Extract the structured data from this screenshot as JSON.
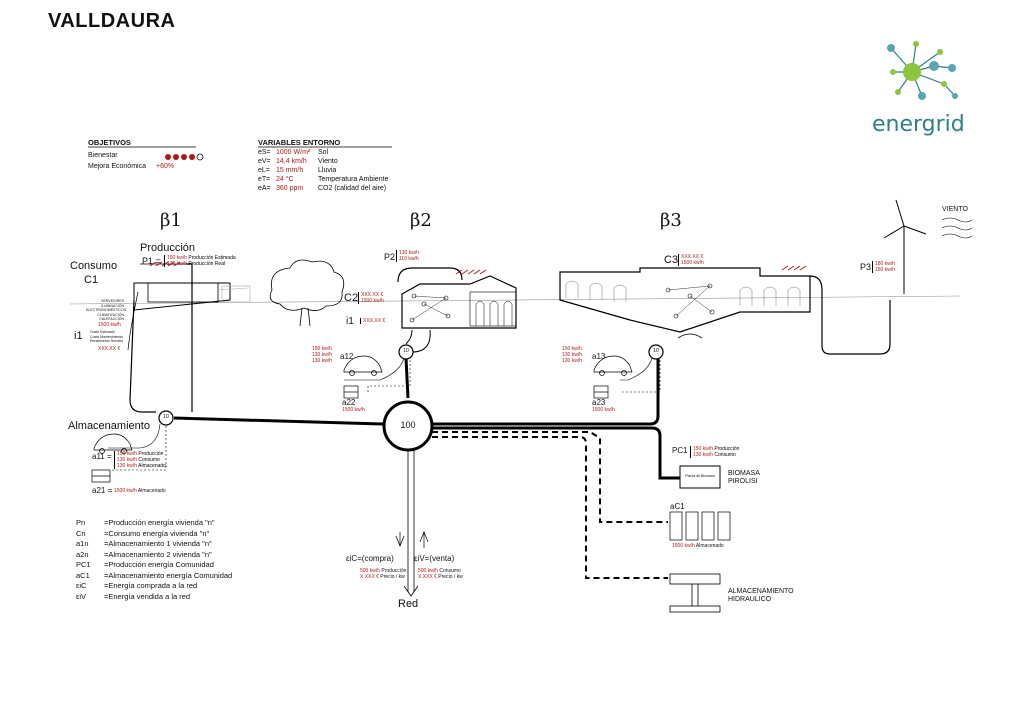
{
  "title": "VALLDAURA",
  "brand": {
    "name": "energrid"
  },
  "objetivos": {
    "heading": "OBJETIVOS",
    "bienestar_label": "Bienestar",
    "bienestar_rating": 4,
    "bienestar_max": 5,
    "mejora_label": "Mejora Económica",
    "mejora_value": "+60%"
  },
  "variables": {
    "heading": "VARIABLES ENTORNO",
    "rows": [
      {
        "key": "eS=",
        "value": "1000 W/m²",
        "desc": "Sol"
      },
      {
        "key": "eV=",
        "value": "14,4 km/h",
        "desc": "Viento"
      },
      {
        "key": "eL=",
        "value": "15 mm/h",
        "desc": "Lluvia"
      },
      {
        "key": "eT=",
        "value": "24 °C",
        "desc": "Temperatura Ambiente"
      },
      {
        "key": "eA=",
        "value": "360 ppm",
        "desc": "CO2 (calidad del aire)"
      }
    ]
  },
  "betas": [
    "β1",
    "β2",
    "β3"
  ],
  "house1": {
    "produccion_label": "Producción",
    "p_symbol": "P1 =",
    "p_values": [
      "150 kw/h",
      "130 kw/h"
    ],
    "p_notes": [
      "Producción Estimada",
      "Producción Real"
    ],
    "consumo_label": "Consumo",
    "c_symbol": "C1",
    "consumo_items": [
      "SERVIDORES",
      "ILUMINACIÓN",
      "ELECTRODOMÉSTICOS",
      "CLIMATIZACIÓN",
      "CALEFACCIÓN"
    ],
    "consumo_total": "1500 kw/h",
    "i_symbol": "i1",
    "i_notes": [
      "Coste Estimado",
      "Coste Mantenimiento",
      "Rendimiento Servicio"
    ],
    "i_value": "XXX.XX €",
    "hub_value": "10"
  },
  "house2": {
    "p_symbol": "P2",
    "p_values": [
      "130 kw/h",
      "110 kw/h"
    ],
    "c_symbol": "C2",
    "c_values": [
      "XXX.XX €",
      "1500 kw/h"
    ],
    "i_symbol": "i1",
    "i_value": "XXX.XX €",
    "car_values": [
      "150 kw/h",
      "130 kw/h",
      "130 kw/h"
    ],
    "a1_symbol": "a12",
    "a2_symbol": "a22",
    "a2_value": "1500 kw/h",
    "hub_value": "10"
  },
  "house3": {
    "c_symbol": "C3",
    "c_values": [
      "XXX.XX €",
      "1500 kw/h"
    ],
    "car_values": [
      "150 kw/h",
      "130 kw/h",
      "130 kw/h"
    ],
    "a1_symbol": "a13",
    "a2_symbol": "a23",
    "a2_value": "1500 kw/h",
    "hub_value": "10"
  },
  "wind": {
    "label": "VIENTO",
    "p_symbol": "P3",
    "p_values": [
      "180 kw/h",
      "150 kw/h"
    ]
  },
  "almacenamiento": {
    "label": "Almacenamiento",
    "a1_symbol": "a11 =",
    "a1_values": [
      "150 kw/h",
      "130 kw/h",
      "130 kw/h"
    ],
    "a1_notes": [
      "Producción",
      "Consumo",
      "Almacenado"
    ],
    "a2_symbol": "a21 =",
    "a2_value": "1500 kw/h",
    "a2_note": "Almacenado",
    "hub_value": "10"
  },
  "central_hub": {
    "value": "100"
  },
  "biomasa": {
    "p_symbol": "PC1",
    "p_values": [
      "150 kw/h",
      "130 kw/h"
    ],
    "p_notes": [
      "Producción",
      "Consumo"
    ],
    "box_text": "Planta de Biomasa",
    "label_lines": [
      "BIOMASA",
      "PIROLISI"
    ]
  },
  "comunidad": {
    "a_symbol": "aC1",
    "value": "1500 kw/h",
    "note": "Almacenado"
  },
  "hidraulico": {
    "label_lines": [
      "ALMACENAMIENTO",
      "HIDRAULICO"
    ]
  },
  "red": {
    "label": "Red",
    "compra_label": "εiC=(compra)",
    "venta_label": "εiV=(venta)",
    "compra_values": [
      "500 kw/h",
      "X.XXX €"
    ],
    "compra_notes": [
      "Producción",
      "Precio / kw"
    ],
    "venta_values": [
      "500 kw/h",
      "X.XXX €"
    ],
    "venta_notes": [
      "Consumo",
      "Precio / kw"
    ]
  },
  "legend": [
    {
      "sym": "Pn",
      "text": "=Producción energía vivienda \"n\""
    },
    {
      "sym": "Cn",
      "text": "=Consumo energía vivienda \"n\""
    },
    {
      "sym": "a1n",
      "text": "=Almacenamiento 1 vivienda \"n\""
    },
    {
      "sym": "a2n",
      "text": "=Almacenamiento 2 vivienda \"n\""
    },
    {
      "sym": "PC1",
      "text": "=Producción energía Comunidad"
    },
    {
      "sym": "aC1",
      "text": "=Almacenamiento energía Comunidad"
    },
    {
      "sym": "εiC",
      "text": "=Energía comprada a la red"
    },
    {
      "sym": "εiV",
      "text": "=Energía vendida a la red"
    }
  ],
  "colors": {
    "accent_red": "#b01818",
    "brand_teal": "#2f7f8a",
    "brand_green": "#8cc63f"
  }
}
